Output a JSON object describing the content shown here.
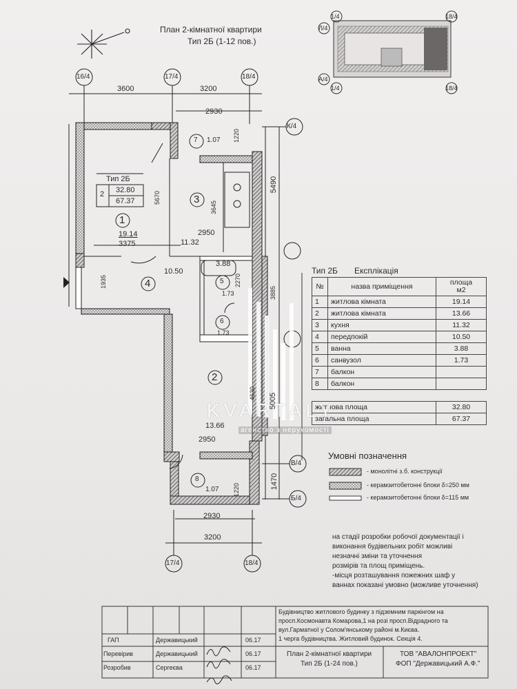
{
  "title": {
    "line1": "План 2-кімнатної квартири",
    "line2": "Тип 2Б (1-12 пов.)"
  },
  "axes": {
    "a1": "16/4",
    "a2": "17/4",
    "a3": "18/4",
    "k": "К/4",
    "v": "В/4",
    "b": "Б/4",
    "bot1": "17/4",
    "bot2": "18/4",
    "key_tl": "1/4",
    "key_tr": "18/4",
    "key_l": "Л/4",
    "key_bl": "А/4",
    "key_b1": "1/4",
    "key_b2": "18/4"
  },
  "dims": {
    "top1": "3600",
    "top2": "3200",
    "top3": "2930",
    "d1220a": "1220",
    "d5670": "5670",
    "d3645": "3645",
    "d5490": "5490",
    "d2950a": "2950",
    "d3375": "3375",
    "d1935": "1935",
    "d2270": "2270",
    "d3885": "3885",
    "d4630": "4630",
    "d5005": "5005",
    "d2950b": "2950",
    "d1220b": "1220",
    "d1470": "1470",
    "bot2930": "2930",
    "bot3200": "3200"
  },
  "rooms": {
    "r7": "7",
    "r7a": "1.07",
    "r3": "3",
    "r1": "1",
    "r1a": "19.14",
    "r3a": "11.32",
    "r4": "4",
    "r4a": "10.50",
    "r5": "5",
    "r5a": "3.88",
    "r5b": "1.73",
    "r6": "6",
    "r6a": "1.73",
    "r2": "2",
    "r2a": "13.66",
    "r8": "8",
    "r8a": "1.07"
  },
  "typebox": {
    "name": "Тип 2Б",
    "num": "2",
    "living": "32.80",
    "total": "67.37"
  },
  "explication": {
    "title1": "Тип 2Б",
    "title2": "Експлікація",
    "h_no": "№",
    "h_name": "назва приміщення",
    "h_area1": "площа",
    "h_area2": "м2",
    "rows": [
      {
        "no": "1",
        "name": "житлова кімната",
        "area": "19.14"
      },
      {
        "no": "2",
        "name": "житлова кімната",
        "area": "13.66"
      },
      {
        "no": "3",
        "name": "кухня",
        "area": "11.32"
      },
      {
        "no": "4",
        "name": "передпокій",
        "area": "10.50"
      },
      {
        "no": "5",
        "name": "ванна",
        "area": "3.88"
      },
      {
        "no": "6",
        "name": "санвузол",
        "area": "1.73"
      },
      {
        "no": "7",
        "name": "балкон",
        "area": ""
      },
      {
        "no": "8",
        "name": "балкон",
        "area": ""
      }
    ],
    "living_label": "житлова площа",
    "living_value": "32.80",
    "total_label": "загальна площа",
    "total_value": "67.37"
  },
  "legend": {
    "title": "Умовні позначення",
    "l1": "- монолітні з.б. конструкції",
    "l2": "- керамзитобетонні блоки δ=250 мм",
    "l3": "- керамзитобетонні блоки δ=115 мм"
  },
  "notes": [
    "на стадії розробки робочої документації і",
    "виконання будівельних робіт можливі",
    "незначні зміни та уточнення",
    "розмірів та площ приміщень.",
    "-місця розташування пожежних шаф у",
    "ваннах показані умовно (можливе уточнення)"
  ],
  "titleblock": {
    "desc": [
      "Будівництво житлового будинку з підземним паркінгом на",
      "просп.Космонавта Комарова,1 на розі просп.Відрадного та",
      "вул.Гарматної у Солом'янському районі м.Києва.",
      "1 черга будівництва. Житловий будинок. Секція 4."
    ],
    "roles": [
      {
        "role": "ГАП",
        "name": "Державицький",
        "date": "06.17"
      },
      {
        "role": "Перевірив",
        "name": "Державицький",
        "date": "06.17"
      },
      {
        "role": "Розробив",
        "name": "Сергеєва",
        "date": "06.17"
      }
    ],
    "sheet1": "План 2-кімнатної квартири",
    "sheet2": "Тип 2Б (1-24 пов.)",
    "org1": "ТОВ \"АВАЛОНПРОЕКТ\"",
    "org2": "ФОП \"Державицький А.Ф.\""
  },
  "watermark": {
    "brand": "KVARTALY",
    "sub": "агенство з нерухомості"
  }
}
